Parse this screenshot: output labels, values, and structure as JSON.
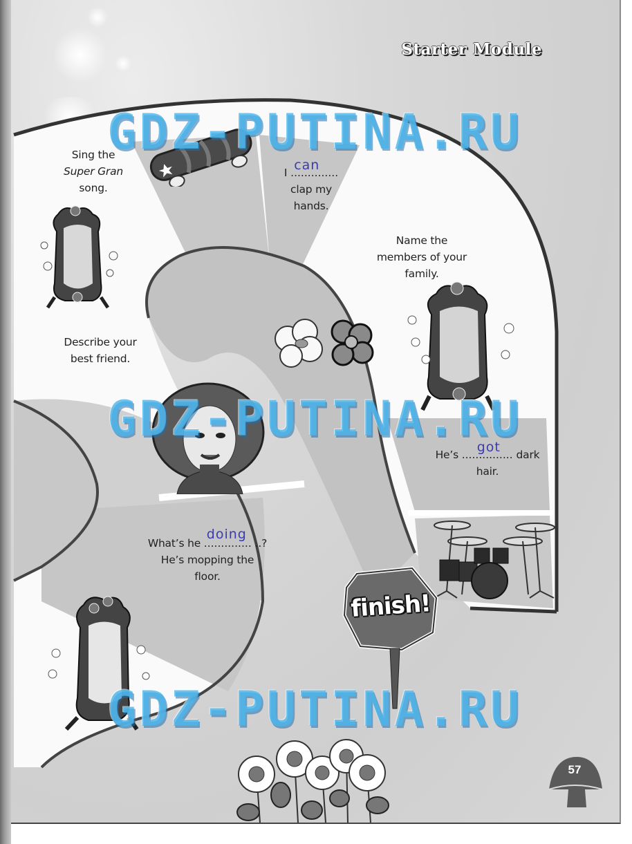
{
  "header": {
    "module_title": "Starter Module"
  },
  "board": {
    "squares": [
      {
        "id": "sing",
        "line1": "Sing the",
        "line2_italic": "Super Gran",
        "line3": "song."
      },
      {
        "id": "can",
        "prefix": "I",
        "dots": "..............",
        "answer": "can",
        "line2": "clap my",
        "line3": "hands."
      },
      {
        "id": "family",
        "line1": "Name the",
        "line2": "members of your",
        "line3": "family."
      },
      {
        "id": "friend",
        "line1": "Describe your",
        "line2": "best friend."
      },
      {
        "id": "got",
        "prefix": "He’s",
        "dots": "...............",
        "answer": "got",
        "suffix": "dark",
        "line2": "hair."
      },
      {
        "id": "doing",
        "prefix": "What’s he",
        "dots": "..............",
        "answer": "doing",
        "suffix": "..?",
        "line2": "He’s mopping the",
        "line3": "floor."
      }
    ],
    "finish_label": "finish!"
  },
  "illustrations": [
    "skateboard-icon",
    "magic-mirror-icon",
    "flowers-icon",
    "girl-portrait-icon",
    "drum-kit-icon",
    "finish-sign-icon",
    "sunflowers-icon",
    "mushroom-icon"
  ],
  "watermark": {
    "text": "GDZ-PUTINA.RU"
  },
  "footer": {
    "page_number": "57"
  },
  "colors": {
    "page_bg": "#d6d6d6",
    "path_light": "#ffffff",
    "path_grey": "#c4c4c4",
    "handwriting": "#3b3bb0",
    "watermark": "#46b4eb"
  }
}
